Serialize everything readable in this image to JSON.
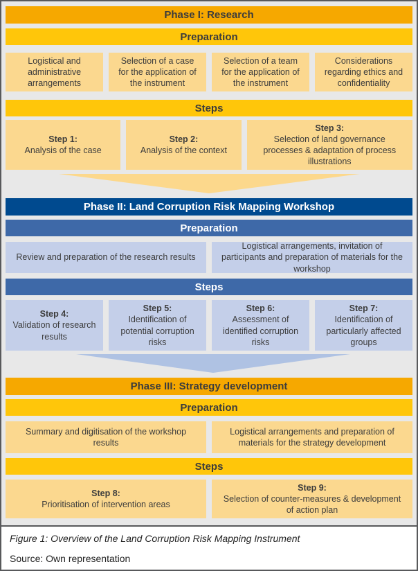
{
  "colors": {
    "phase_gold": "#F6A800",
    "sub_yellow": "#FFC60A",
    "light_yellow": "#FBD88F",
    "arrow_yellow": "#FCD88C",
    "dark_blue": "#004A8F",
    "mid_blue": "#3E69A8",
    "light_blue": "#C4CFE9",
    "arrow_blue": "#AFC2E3",
    "background": "#E8E8E8",
    "frame_border": "#58595B",
    "text_dark": "#3C3C3C",
    "text_light": "#FFFFFF"
  },
  "phase1": {
    "title": "Phase I: Research",
    "preparation_label": "Preparation",
    "preparation_items": [
      "Logistical and administrative arrangements",
      "Selection of a case for the application of the instrument",
      "Selection of a team for the application of the instrument",
      "Considerations regarding ethics and confidentiality"
    ],
    "steps_label": "Steps",
    "steps": [
      {
        "title": "Step 1:",
        "desc": "Analysis of the case"
      },
      {
        "title": "Step 2:",
        "desc": "Analysis of the context"
      },
      {
        "title": "Step 3:",
        "desc": "Selection of land governance processes & adaptation of process illustrations"
      }
    ]
  },
  "phase2": {
    "title": "Phase II: Land Corruption Risk Mapping Workshop",
    "preparation_label": "Preparation",
    "preparation_items": [
      "Review and preparation of the research results",
      "Logistical arrangements, invitation of participants and preparation of materials for the workshop"
    ],
    "steps_label": "Steps",
    "steps": [
      {
        "title": "Step 4:",
        "desc": "Validation of research results"
      },
      {
        "title": "Step 5:",
        "desc": "Identification of potential corruption risks"
      },
      {
        "title": "Step 6:",
        "desc": "Assessment of identified corruption risks"
      },
      {
        "title": "Step 7:",
        "desc": "Identification of particularly affected groups"
      }
    ]
  },
  "phase3": {
    "title": "Phase III: Strategy development",
    "preparation_label": "Preparation",
    "preparation_items": [
      "Summary and digitisation of the workshop results",
      "Logistical arrangements and preparation of materials for the strategy development"
    ],
    "steps_label": "Steps",
    "steps": [
      {
        "title": "Step 8:",
        "desc": "Prioritisation of intervention areas"
      },
      {
        "title": "Step 9:",
        "desc": "Selection of counter-measures & development of action plan"
      }
    ]
  },
  "caption": {
    "figure": "Figure 1: Overview of the Land Corruption Risk Mapping Instrument",
    "source": "Source: Own representation"
  }
}
